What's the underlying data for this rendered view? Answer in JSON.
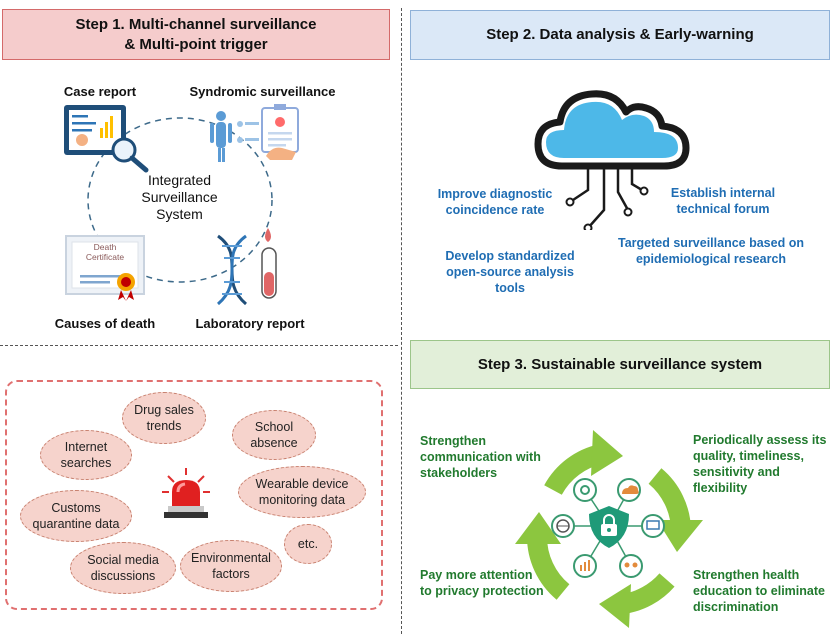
{
  "step1": {
    "title_line1": "Step 1. Multi-channel surveillance",
    "title_line2": "& Multi-point trigger",
    "center_line1": "Integrated",
    "center_line2": "Surveillance",
    "center_line3": "System",
    "nodes": {
      "case_report": "Case report",
      "syndromic": "Syndromic surveillance",
      "causes_of_death": "Causes of death",
      "laboratory": "Laboratory report"
    },
    "death_cert_line1": "Death",
    "death_cert_line2": "Certificate",
    "triggers": {
      "drug_sales": "Drug sales trends",
      "school": "School absence",
      "internet": "Internet searches",
      "wearable": "Wearable device monitoring data",
      "customs": "Customs quarantine data",
      "etc": "etc.",
      "social_media": "Social media discussions",
      "environmental": "Environmental factors"
    },
    "colors": {
      "header_bg": "#f5cccc",
      "header_border": "#d46a6a",
      "trigger_border": "#e07070",
      "oval_bg": "#f6d3cc"
    }
  },
  "step2": {
    "title": "Step 2. Data analysis & Early-warning",
    "items": {
      "diagnostic": "Improve diagnostic coincidence rate",
      "forum": "Establish internal technical forum",
      "tools": "Develop standardized open-source analysis tools",
      "targeted": "Targeted surveillance based on epidemiological research"
    },
    "colors": {
      "header_bg": "#dbe8f7",
      "header_border": "#8fb1d8",
      "text": "#1f6db3",
      "cloud": "#4db8e8"
    }
  },
  "step3": {
    "title": "Step 3. Sustainable surveillance system",
    "items": {
      "communication": "Strengthen communication with stakeholders",
      "assess": "Periodically assess its quality, timeliness, sensitivity and flexibility",
      "privacy": "Pay more attention to privacy protection",
      "education": "Strengthen health education to eliminate discrimination"
    },
    "colors": {
      "header_bg": "#e2efd9",
      "header_border": "#9cc58a",
      "text": "#217a2e",
      "arrows": "#8cc63f"
    }
  }
}
